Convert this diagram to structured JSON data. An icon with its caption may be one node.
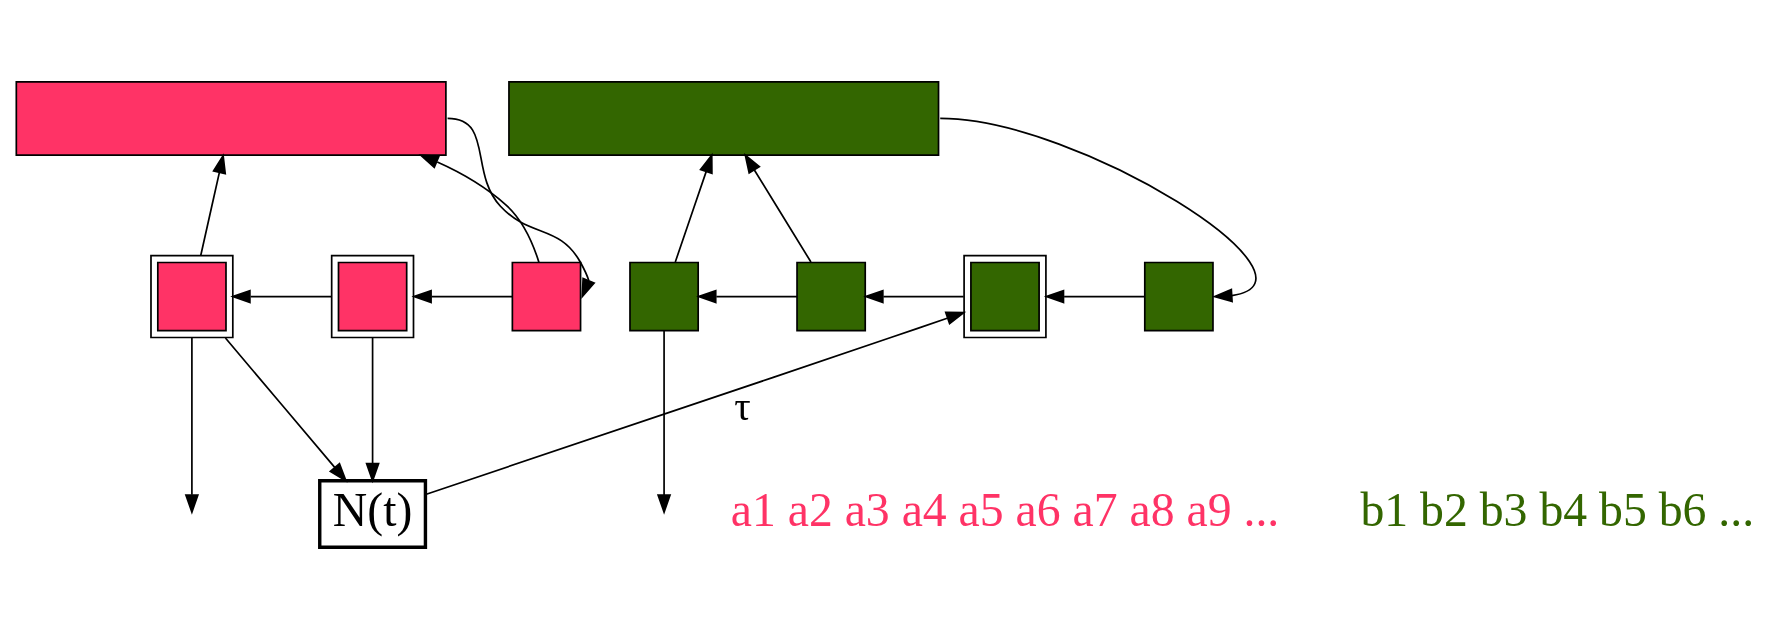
{
  "diagram": {
    "nodes": [
      {
        "text": [],
        "shape": "box"
      },
      {
        "text": [],
        "shape": "box"
      },
      {
        "text": [],
        "shape": "box"
      },
      {
        "text": [],
        "shape": "box"
      },
      {
        "text": [],
        "shape": "box"
      },
      {
        "text": [],
        "shape": "box"
      },
      {
        "text": [],
        "shape": "box"
      },
      {
        "text": [],
        "shape": "box"
      },
      {
        "text": [],
        "shape": "box"
      },
      {
        "text": [
          "N(t)"
        ]
      }
    ],
    "edges": [
      {
        "from": 1,
        "to": 0,
        "arrow": "to"
      },
      {
        "from": 3,
        "to": 0,
        "arrow": "to"
      },
      {
        "from": 0,
        "to": 3,
        "arrow": "to"
      },
      {
        "from": 3,
        "to": 2,
        "arrow": "to"
      },
      {
        "from": 2,
        "to": 1,
        "arrow": "to"
      },
      {
        "from": 1,
        "to": null,
        "arrow": "to"
      },
      {
        "from": 1,
        "to": 9,
        "arrow": "to"
      },
      {
        "from": 2,
        "to": 9,
        "arrow": "to"
      },
      {
        "from": 5,
        "to": 4,
        "arrow": "to"
      },
      {
        "from": 6,
        "to": 4,
        "arrow": "to"
      },
      {
        "from": 4,
        "to": 8,
        "arrow": "to"
      },
      {
        "from": 8,
        "to": 7,
        "arrow": "to"
      },
      {
        "from": 7,
        "to": 6,
        "arrow": "to"
      },
      {
        "from": 6,
        "to": 5,
        "arrow": "to"
      },
      {
        "from": 5,
        "to": null,
        "arrow": "to"
      },
      {
        "from": 9,
        "to": 7,
        "arrow": "to",
        "label": "τ"
      }
    ],
    "labels": [
      "a1 a2 a3 a4 a5 a6 a7 a8 a9 ...",
      "b1 b2 b3 b4 b5 b6 ..."
    ]
  }
}
